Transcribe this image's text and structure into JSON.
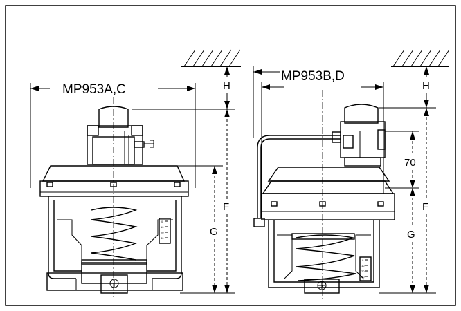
{
  "left_unit": {
    "model_label": "MP953A,C",
    "dim_H": "H",
    "dim_F": "F",
    "dim_G": "G",
    "scale_marks": [
      "0",
      "10",
      "20",
      "30"
    ]
  },
  "right_unit": {
    "model_label": "MP953B,D",
    "dim_H": "H",
    "dim_70": "70",
    "dim_F": "F",
    "dim_G": "G",
    "scale_marks": [
      "0",
      "10",
      "20",
      "30"
    ]
  }
}
